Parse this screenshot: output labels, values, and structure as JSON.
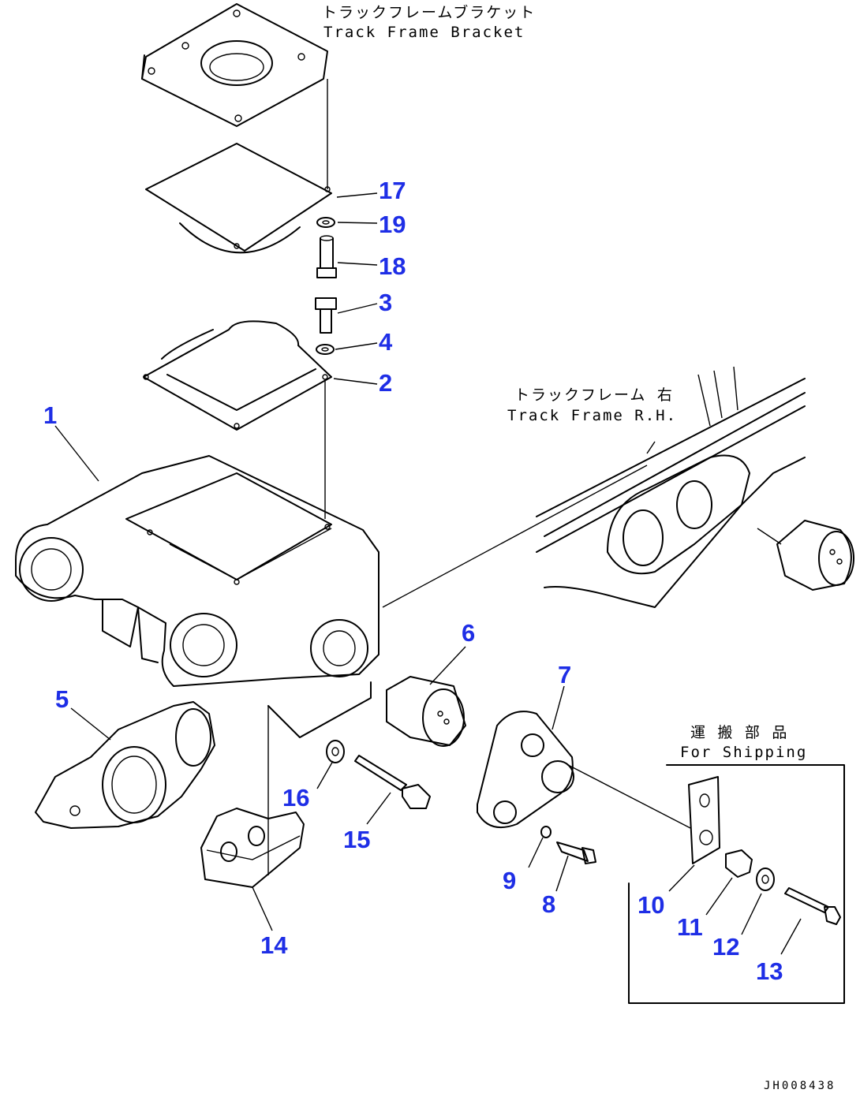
{
  "labels": {
    "bracket_jp": "トラックフレームブラケット",
    "bracket_en": "Track Frame Bracket",
    "frame_rh_jp": "トラックフレーム 右",
    "frame_rh_en": "Track Frame R.H.",
    "shipping_jp": "運 搬 部 品",
    "shipping_en": "For Shipping",
    "drawing_code": "JH008438"
  },
  "callouts": [
    "1",
    "2",
    "3",
    "4",
    "5",
    "6",
    "7",
    "8",
    "9",
    "10",
    "11",
    "12",
    "13",
    "14",
    "15",
    "16",
    "17",
    "18",
    "19"
  ],
  "colors": {
    "callout": "#1e2ee6",
    "line": "#000000",
    "background": "#ffffff"
  }
}
